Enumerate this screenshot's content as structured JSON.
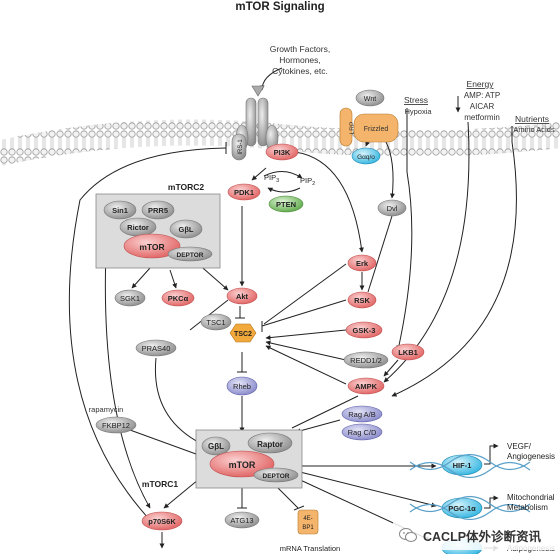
{
  "title": "mTOR Signaling",
  "stimuli": {
    "growth": "Growth Factors,",
    "growth2": "Hormones,",
    "growth3": "Cytokines, etc.",
    "stress": "Stress",
    "stress_sub": "Hypoxia",
    "energy": "Energy",
    "energy_amp": "AMP: ATP",
    "energy_aicar": "AICAR",
    "energy_met": "metformin",
    "nutrients": "Nutrients",
    "nutrients_sub": "Amino Acids"
  },
  "nodes": {
    "irs1": "IRS-1",
    "pi3k": "PI3K",
    "pdk1": "PDK1",
    "pip3": "PIP",
    "pip3_sub": "3",
    "pip2": "PIP",
    "pip2_sub": "2",
    "pten": "PTEN",
    "wnt": "Wnt",
    "lrp": "LRP",
    "frizzled": "Frizzled",
    "gaq": "Gαq/o",
    "dvl": "Dvl",
    "erk": "Erk",
    "rsk": "RSK",
    "gsk3": "GSK-3",
    "redd": "REDD1/2",
    "lkb1": "LKB1",
    "ampk": "AMPK",
    "akt": "Akt",
    "tsc1": "TSC1",
    "tsc2": "TSC2",
    "pras40": "PRAS40",
    "rheb": "Rheb",
    "raga": "Rag A/B",
    "ragc": "Rag C/D",
    "sgk1": "SGK1",
    "pkca": "PKCα",
    "rapamycin": "rapamycin",
    "fkbp12": "FKBP12",
    "p70": "p70S6K",
    "atg13": "ATG13",
    "ebp1": "4E-",
    "ebp1b": "BP1",
    "mrna": "mRNA Translation",
    "hif1": "HIF-1",
    "pgc": "PGC-1α",
    "vegf": "VEGF/",
    "vegf2": "Angiogenesis",
    "mito": "Mitochondrial",
    "mito2": "Metabolism",
    "adipo": "Adipogenesis"
  },
  "mtorc2": {
    "label": "mTORC2",
    "sin1": "Sin1",
    "prr5": "PRR5",
    "rictor": "Rictor",
    "gbl": "GβL",
    "mtor": "mTOR",
    "deptor": "DEPTOR"
  },
  "mtorc1": {
    "label": "mTORC1",
    "gbl": "GβL",
    "raptor": "Raptor",
    "mtor": "mTOR",
    "deptor": "DEPTOR"
  },
  "watermark": {
    "text": "CACLP体外诊断资讯",
    "icon": "wechat-icon"
  },
  "colors": {
    "red_node": "#e57373",
    "grey_node": "#9e9e9e",
    "purple_node": "#9fa0d8",
    "cyan_node": "#4fc3e8",
    "green_node": "#7cc46a",
    "tsc2": "#f2a93b",
    "box_fill": "#dcdcdc"
  }
}
